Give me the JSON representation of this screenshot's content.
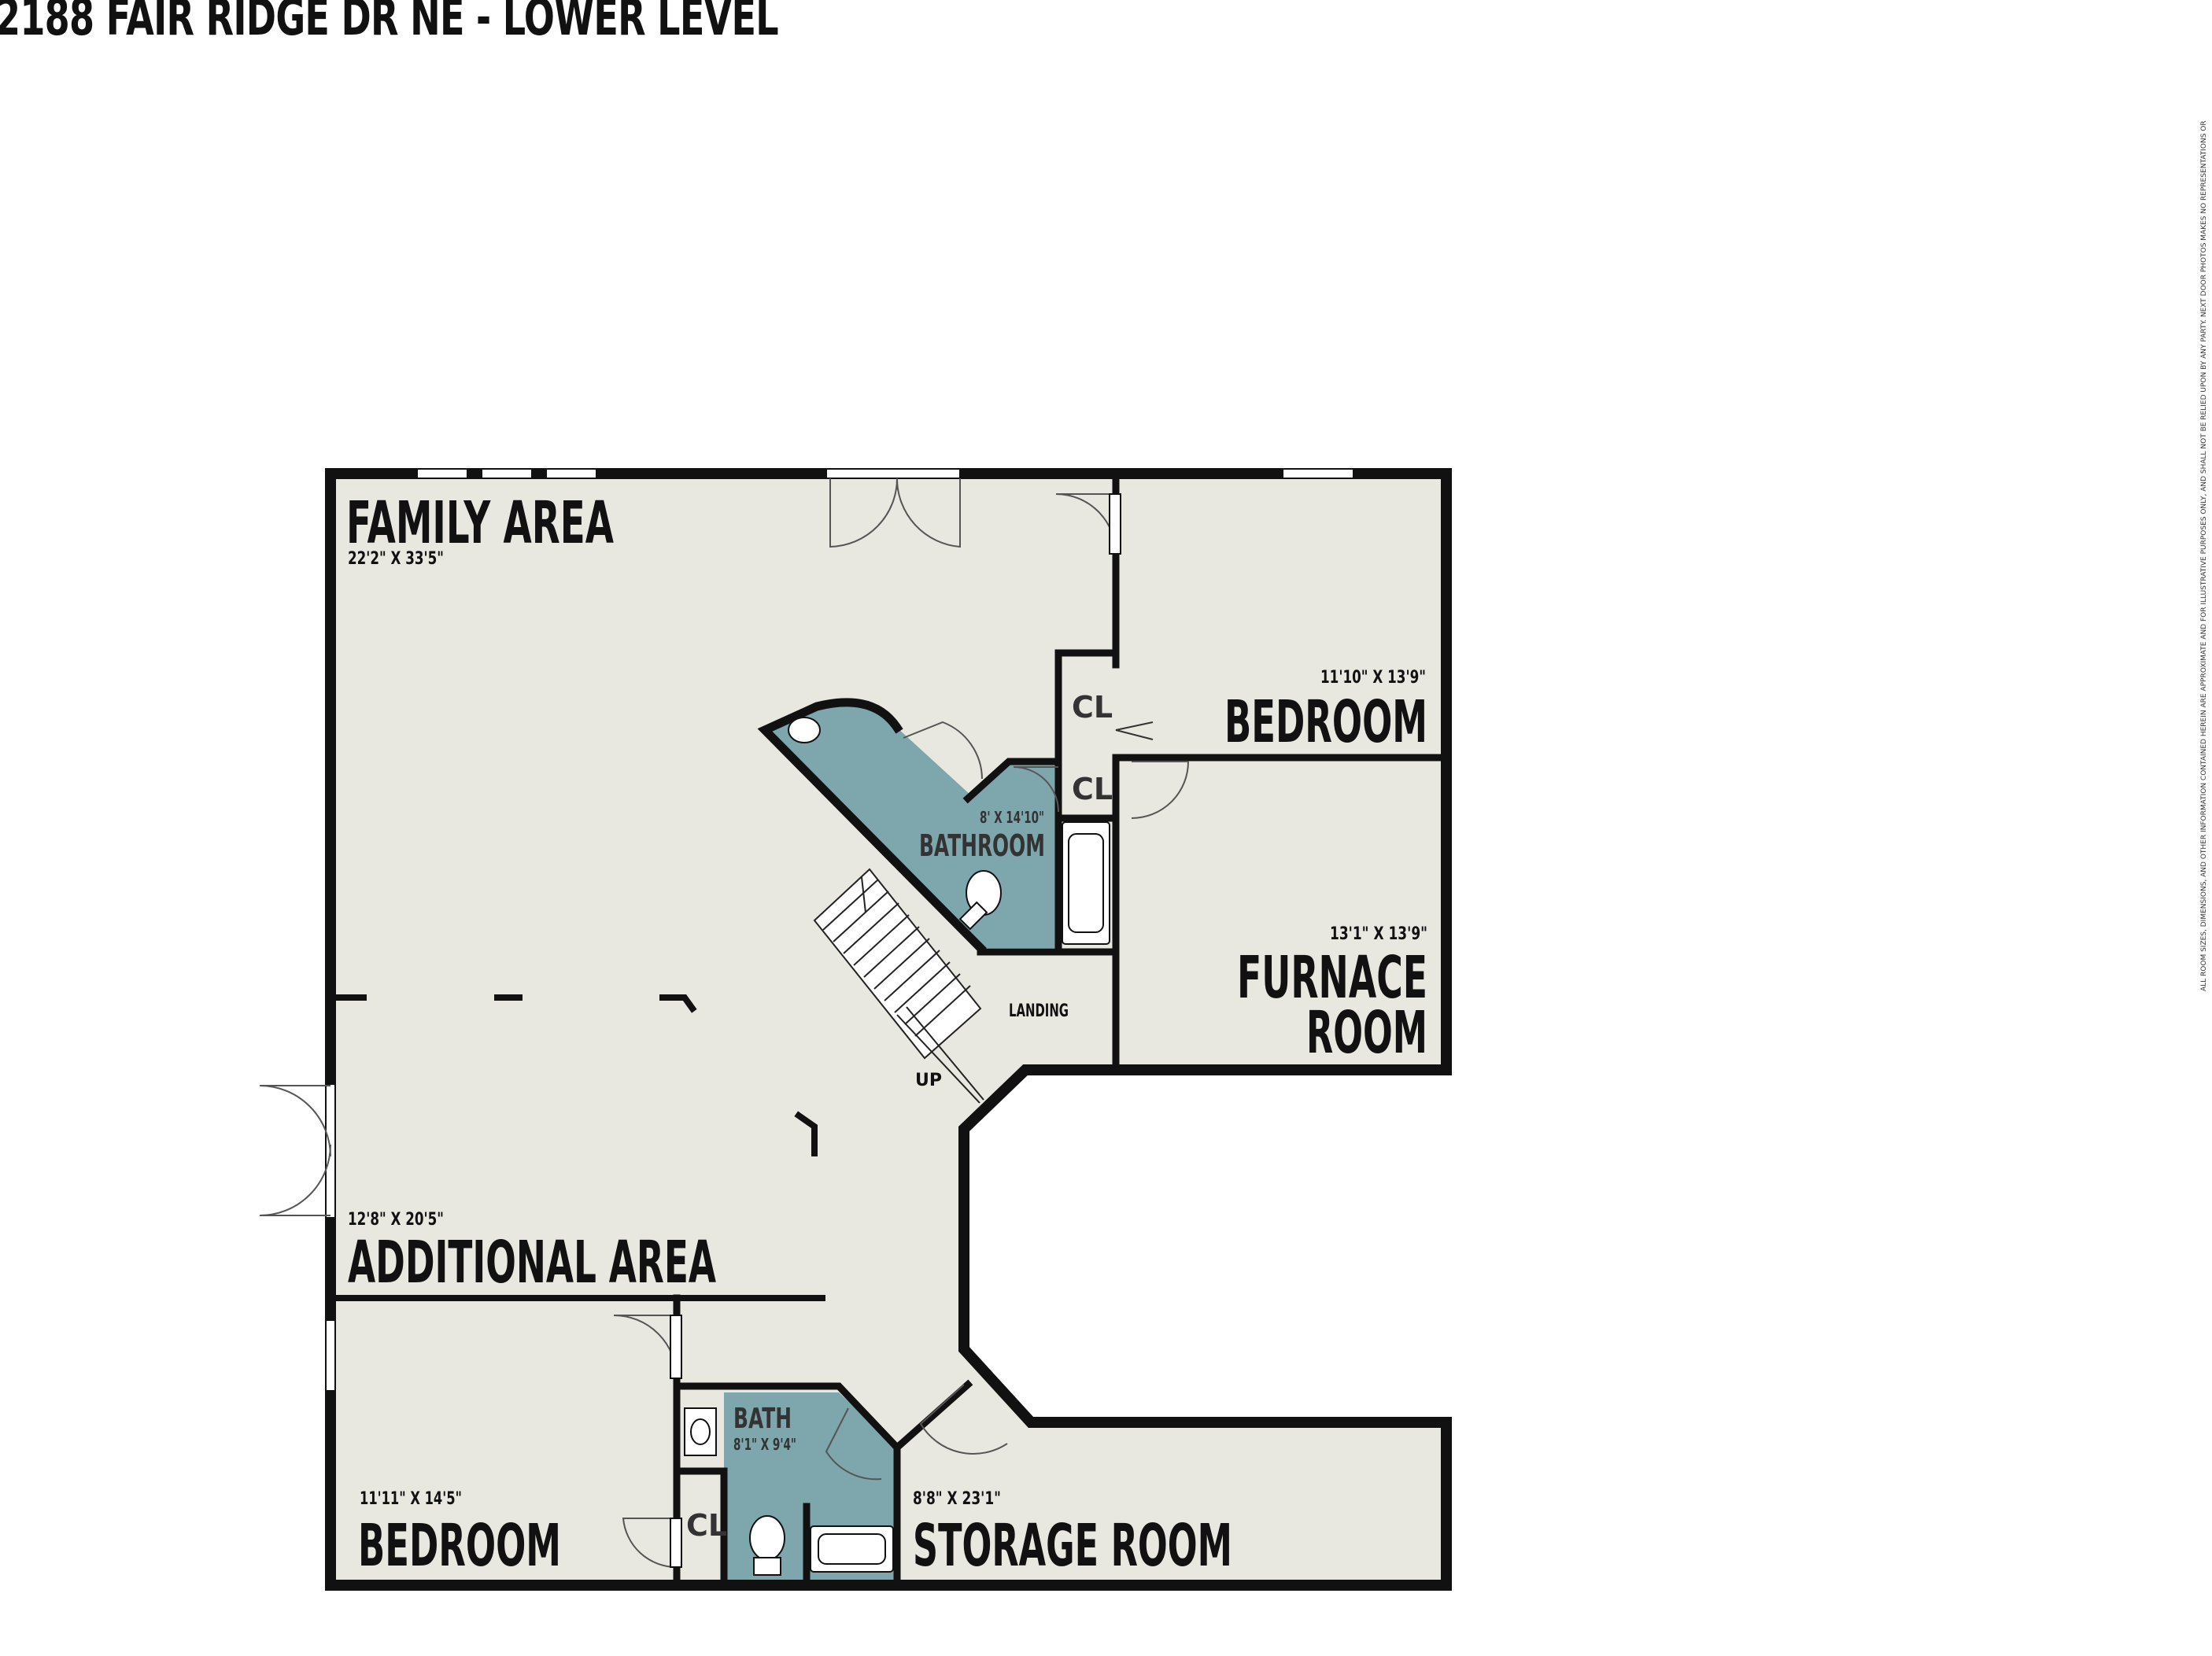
{
  "title": "2188 FAIR RIDGE DR NE - LOWER LEVEL",
  "disclaimer": "ALL ROOM SIZES, DIMENSIONS, AND OTHER INFORMATION CONTAINED HEREIN ARE APPROXIMATE AND FOR ILLUSTRATIVE PURPOSES ONLY, AND SHALL NOT BE RELIED UPON BY ANY PARTY. NEXT DOOR PHOTOS MAKES NO REPRESENTATIONS OR",
  "colors": {
    "floor": "#e8e8e1",
    "bath": "#7da6ad",
    "wall": "#111111"
  },
  "rooms": {
    "family_area": {
      "name": "FAMILY AREA",
      "dims": "22'2\" X 33'5\""
    },
    "bedroom_upper": {
      "name": "BEDROOM",
      "dims": "11'10\" X 13'9\""
    },
    "furnace_room": {
      "name_line1": "FURNACE",
      "name_line2": "ROOM",
      "dims": "13'1\" X 13'9\""
    },
    "bathroom": {
      "name": "BATHROOM",
      "dims": "8' X 14'10\""
    },
    "closet_1": {
      "name": "CL"
    },
    "closet_2": {
      "name": "CL"
    },
    "closet_3": {
      "name": "CL"
    },
    "landing": {
      "name": "LANDING"
    },
    "stairs": {
      "name": "UP"
    },
    "additional_area": {
      "name": "ADDITIONAL AREA",
      "dims": "12'8\" X 20'5\""
    },
    "bedroom_lower": {
      "name": "BEDROOM",
      "dims": "11'11\" X 14'5\""
    },
    "bath": {
      "name": "BATH",
      "dims": "8'1\" X 9'4\""
    },
    "storage_room": {
      "name": "STORAGE ROOM",
      "dims": "8'8\" X 23'1\""
    }
  }
}
